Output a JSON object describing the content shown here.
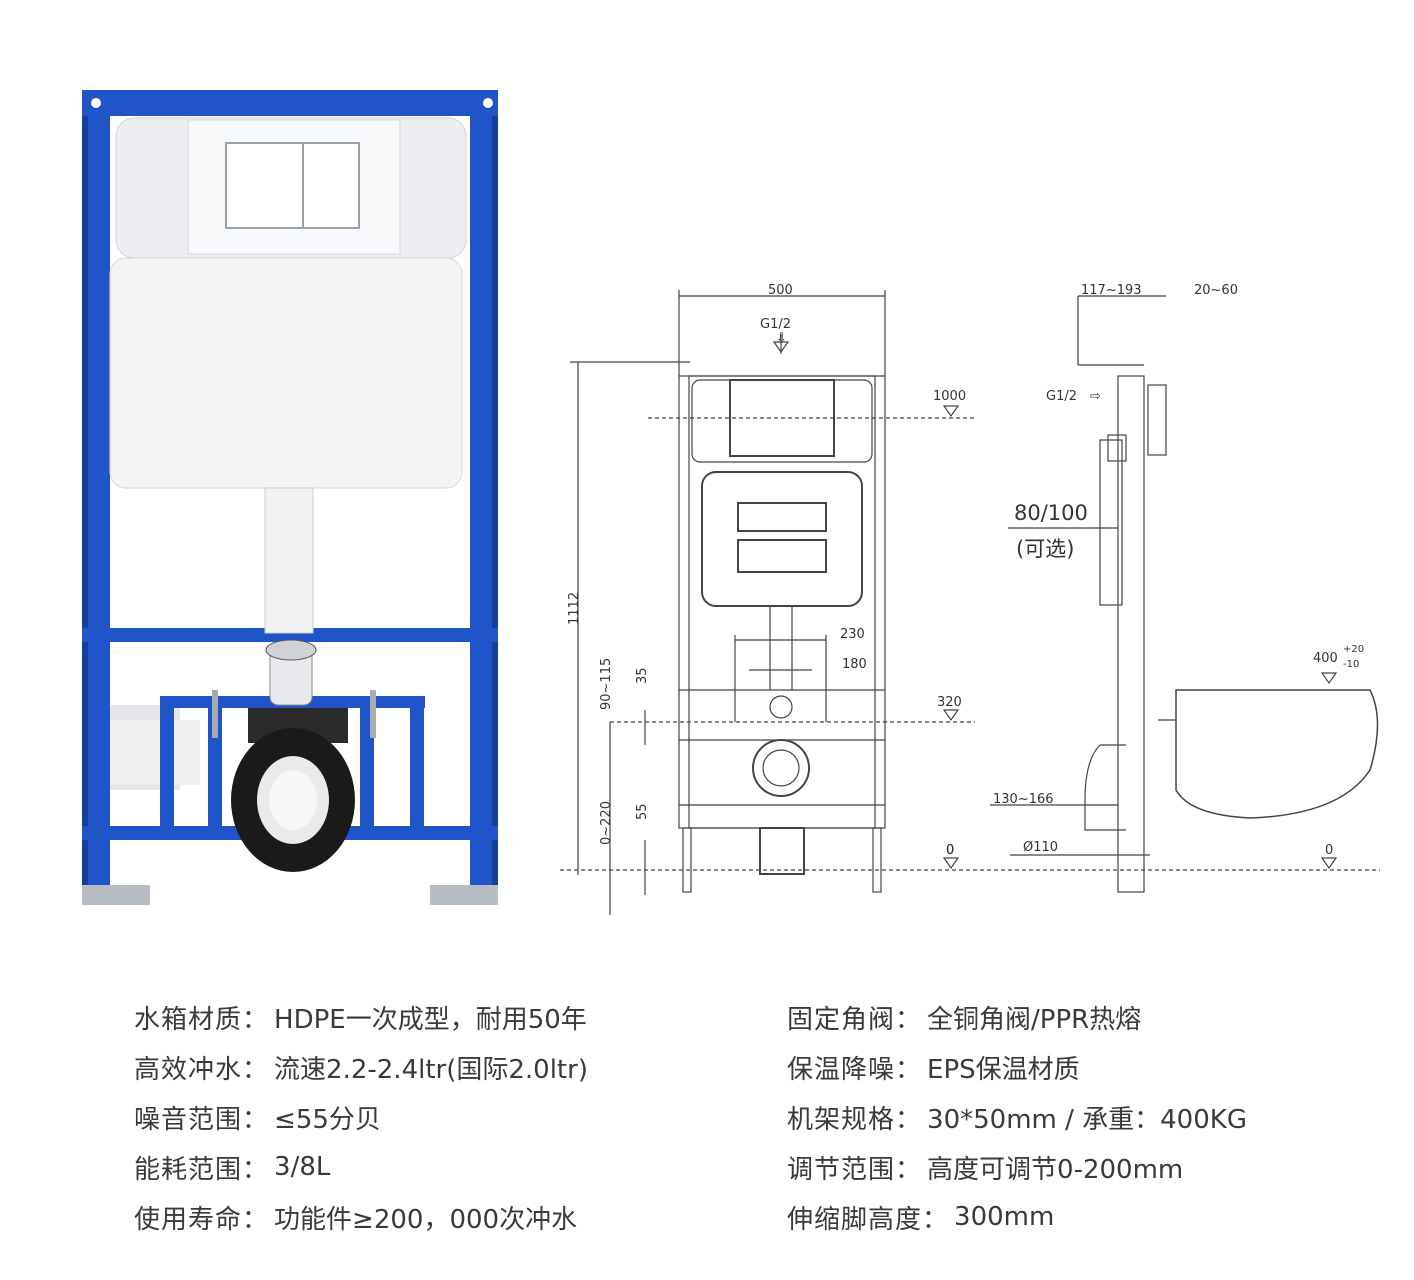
{
  "drawing": {
    "front": {
      "width_label": "500",
      "inlet_label": "G1/2",
      "height_label": "1112",
      "level_1000": "1000",
      "level_320": "320",
      "level_0": "0",
      "dim_230": "230",
      "dim_180": "180",
      "dim_35": "35",
      "dim_90_115": "90~115",
      "dim_55": "55",
      "dim_0_220": "0~220"
    },
    "side": {
      "depth_label": "117~193",
      "wall_label": "20~60",
      "inlet_label": "G1/2",
      "pipe_label": "80/100",
      "pipe_note": "(可选)",
      "bowl_height": "400",
      "bowl_tol_plus": "+20",
      "bowl_tol_minus": "-10",
      "dim_130_166": "130~166",
      "dim_110": "Ø110",
      "level_0_left": "0",
      "level_0_right": "0"
    }
  },
  "specs": {
    "left": [
      {
        "key": "水箱材质",
        "value": "HDPE一次成型，耐用50年"
      },
      {
        "key": "高效冲水",
        "value": "流速2.2-2.4ltr(国际2.0ltr)"
      },
      {
        "key": "噪音范围",
        "value": "≤55分贝"
      },
      {
        "key": "能耗范围",
        "value": "3/8L"
      },
      {
        "key": "使用寿命",
        "value": "功能件≥200，000次冲水"
      }
    ],
    "right": [
      {
        "key": "固定角阀",
        "value": "全铜角阀/PPR热熔"
      },
      {
        "key": "保温降噪",
        "value": "EPS保温材质"
      },
      {
        "key": "机架规格",
        "value": "30*50mm / 承重：400KG"
      },
      {
        "key": "调节范围",
        "value": "高度可调节0-200mm"
      },
      {
        "key": "伸缩脚高度",
        "value": "300mm"
      }
    ],
    "separator": "："
  },
  "colors": {
    "frame_blue": "#1f55c8",
    "frame_blue_dark": "#163f9a",
    "tank_white": "#f3f4f6",
    "line": "#444444"
  }
}
